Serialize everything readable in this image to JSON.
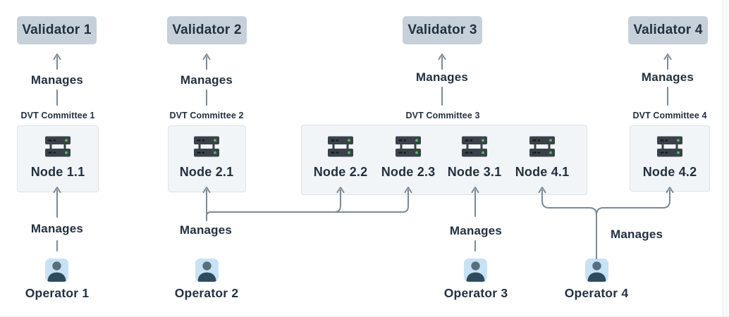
{
  "labels": {
    "manages": "Manages"
  },
  "validators": [
    {
      "label": "Validator 1"
    },
    {
      "label": "Validator 2"
    },
    {
      "label": "Validator 3"
    },
    {
      "label": "Validator 4"
    }
  ],
  "committees": [
    {
      "label": "DVT Committee 1",
      "nodes": [
        {
          "label": "Node 1.1"
        }
      ]
    },
    {
      "label": "DVT Committee 2",
      "nodes": [
        {
          "label": "Node 2.1"
        }
      ]
    },
    {
      "label": "DVT Committee 3",
      "nodes": [
        {
          "label": "Node 2.2"
        },
        {
          "label": "Node 2.3"
        },
        {
          "label": "Node 3.1"
        },
        {
          "label": "Node 4.1"
        }
      ]
    },
    {
      "label": "DVT Committee 4",
      "nodes": [
        {
          "label": "Node 4.2"
        }
      ]
    }
  ],
  "operators": [
    {
      "label": "Operator 1"
    },
    {
      "label": "Operator 2"
    },
    {
      "label": "Operator 3"
    },
    {
      "label": "Operator 4"
    }
  ],
  "edges": [
    {
      "from": "DVT Committee 1",
      "to": [
        "Validator 1"
      ],
      "label": "Manages"
    },
    {
      "from": "DVT Committee 2",
      "to": [
        "Validator 2"
      ],
      "label": "Manages"
    },
    {
      "from": "DVT Committee 3",
      "to": [
        "Validator 3"
      ],
      "label": "Manages"
    },
    {
      "from": "DVT Committee 4",
      "to": [
        "Validator 4"
      ],
      "label": "Manages"
    },
    {
      "from": "Operator 1",
      "to": [
        "Node 1.1"
      ],
      "label": "Manages"
    },
    {
      "from": "Operator 2",
      "to": [
        "Node 2.1",
        "Node 2.2",
        "Node 2.3"
      ],
      "label": "Manages"
    },
    {
      "from": "Operator 3",
      "to": [
        "Node 3.1"
      ],
      "label": "Manages"
    },
    {
      "from": "Operator 4",
      "to": [
        "Node 4.1",
        "Node 4.2"
      ],
      "label": "Manages"
    }
  ],
  "colors": {
    "validator_fill": "#c6d0d9",
    "committee_fill": "#f1f5f8",
    "committee_border": "#dce3e9",
    "connector": "#7b8a95",
    "text": "#233140",
    "operator_bg": "#c8e2f5",
    "operator_head": "#56707c",
    "operator_body": "#2e4b5e",
    "server_body": "#3a4149",
    "server_detail": "#15191d",
    "server_led": "#4cc05e",
    "page_edge": "#e7e9eb",
    "page_bg": "#ffffff"
  }
}
